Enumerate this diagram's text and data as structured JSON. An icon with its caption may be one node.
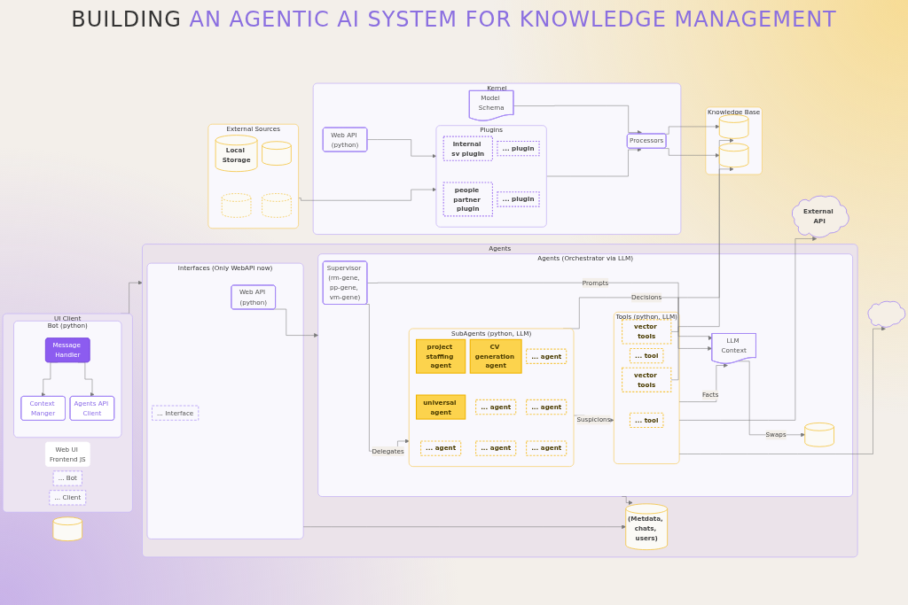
{
  "diagram": {
    "title": "BUILDING AN AGENTIC AI SYSTEM FOR KNOWLEDGE MANAGEMENT",
    "nodes": [
      {
        "text": [
          "UI Client"
        ]
      },
      {
        "text": [
          "Web UI Frontend JS"
        ],
        "in": 0
      },
      {
        "text": [
          "Bot (python)"
        ],
        "in": 0
      },
      {
        "text": [
          "Message Handler"
        ],
        "in": 2
      },
      {
        "text": [
          "Context Manger"
        ],
        "in": 2
      },
      {
        "text": [
          "Agents API Client"
        ],
        "in": 2
      },
      {
        "text": [
          "... Bot"
        ],
        "in": 0
      },
      {
        "text": [
          "... Client"
        ],
        "in": 0
      },
      {
        "text": [],
        "shape": "cylinder"
      },
      {
        "text": [
          "Agents"
        ]
      },
      {
        "text": [
          "Interfaces (Only WebAPI now)"
        ],
        "in": 9
      },
      {
        "text": [
          "Web API (python)"
        ],
        "in": 10
      },
      {
        "text": [
          "... Interface"
        ],
        "in": 10
      },
      {
        "text": [
          "(Metdata, chats, users)"
        ],
        "in": 9
      },
      {
        "text": [
          "Agents (Orchestrator via LLM)"
        ],
        "in": 9
      },
      {
        "text": [
          "Supervisor (rm-gene, pp-gene, vm-gene)"
        ],
        "in": 14
      },
      {
        "text": [
          "LLM Context"
        ],
        "in": 14
      },
      {
        "text": [],
        "shape": "cylinder",
        "in": 14
      },
      {
        "text": [
          "SubAgents (python, LLM)"
        ],
        "in": 14
      },
      {
        "text": [
          "project staffing agent"
        ],
        "in": 18
      },
      {
        "text": [
          "CV generation agent"
        ],
        "in": 18
      },
      {
        "text": [
          "... agent"
        ],
        "in": 18
      },
      {
        "text": [
          "universal agent"
        ],
        "in": 18
      },
      {
        "text": [
          "... agent"
        ],
        "in": 18
      },
      {
        "text": [
          "... agent"
        ],
        "in": 18
      },
      {
        "text": [
          "... agent"
        ],
        "in": 18
      },
      {
        "text": [
          "... agent"
        ],
        "in": 18
      },
      {
        "text": [
          "... agent"
        ],
        "in": 18
      },
      {
        "text": [
          "Tools (python, LLM)"
        ],
        "in": 14
      },
      {
        "text": [
          "... tool"
        ],
        "in": 28
      },
      {
        "text": [
          "... tool"
        ],
        "in": 28
      },
      {
        "text": [
          "vector tools"
        ],
        "in": 28
      },
      {
        "text": [
          "vector tools"
        ],
        "in": 28
      },
      {
        "text": [
          "External API"
        ]
      },
      {
        "text": [],
        "shape": "cloud"
      },
      {
        "text": [
          "Knowledge Base"
        ]
      },
      {
        "text": [],
        "shape": "cylinder",
        "in": 35
      },
      {
        "text": [],
        "shape": "cylinder",
        "in": 35
      },
      {
        "text": [
          "External Sources"
        ]
      },
      {
        "text": [
          "Local Storage"
        ],
        "in": 38
      },
      {
        "text": [],
        "shape": "cylinder",
        "in": 38
      },
      {
        "text": [],
        "shape": "cylinder",
        "in": 38
      },
      {
        "text": [],
        "shape": "cylinder",
        "in": 38
      },
      {
        "text": [
          "Kernel"
        ]
      },
      {
        "text": [
          "Web API (python)"
        ],
        "in": 43
      },
      {
        "text": [
          "Plugins"
        ],
        "in": 43
      },
      {
        "text": [
          "internal sv plugin"
        ],
        "in": 45
      },
      {
        "text": [
          "... plugin"
        ],
        "in": 45
      },
      {
        "text": [
          "people partner plugin"
        ],
        "in": 45
      },
      {
        "text": [
          "... plugin"
        ],
        "in": 45
      },
      {
        "text": [
          "Model Schema"
        ],
        "in": 43
      },
      {
        "text": [
          "Processors"
        ],
        "in": 43
      }
    ],
    "edges": [
      {
        "from": 3,
        "to": 4,
        "arrow": "to"
      },
      {
        "from": 3,
        "to": 5,
        "arrow": "to"
      },
      {
        "from": 0,
        "to": 9,
        "arrow": "to"
      },
      {
        "from": 11,
        "to": 14,
        "arrow": "to"
      },
      {
        "from": 10,
        "to": 13,
        "arrow": "to"
      },
      {
        "from": 14,
        "to": 13,
        "arrow": "to"
      },
      {
        "from": 15,
        "to": 16,
        "arrow": "to",
        "label": "Prompts"
      },
      {
        "from": 16,
        "to": 17,
        "arrow": "to",
        "label": "Swaps"
      },
      {
        "from": 15,
        "to": 18,
        "arrow": "to",
        "label": "Delegates"
      },
      {
        "from": 18,
        "to": 16,
        "arrow": "to",
        "label": "Decisions"
      },
      {
        "from": 18,
        "to": 28,
        "arrow": "to",
        "label": "Suspicions"
      },
      {
        "from": 28,
        "to": 16,
        "arrow": "to",
        "label": "Facts"
      },
      {
        "from": 28,
        "to": 33,
        "arrow": "to"
      },
      {
        "from": 28,
        "to": 34,
        "arrow": "to"
      },
      {
        "from": 31,
        "to": 36,
        "arrow": "to"
      },
      {
        "from": 32,
        "to": 37,
        "arrow": "to"
      },
      {
        "from": 44,
        "to": 45,
        "arrow": "to"
      },
      {
        "from": 38,
        "to": 45,
        "arrow": "to"
      },
      {
        "from": 45,
        "to": 51,
        "arrow": "to"
      },
      {
        "from": 50,
        "to": 51,
        "arrow": "to"
      },
      {
        "from": 51,
        "to": 36,
        "arrow": "to"
      },
      {
        "from": 51,
        "to": 37,
        "arrow": "to"
      }
    ]
  }
}
